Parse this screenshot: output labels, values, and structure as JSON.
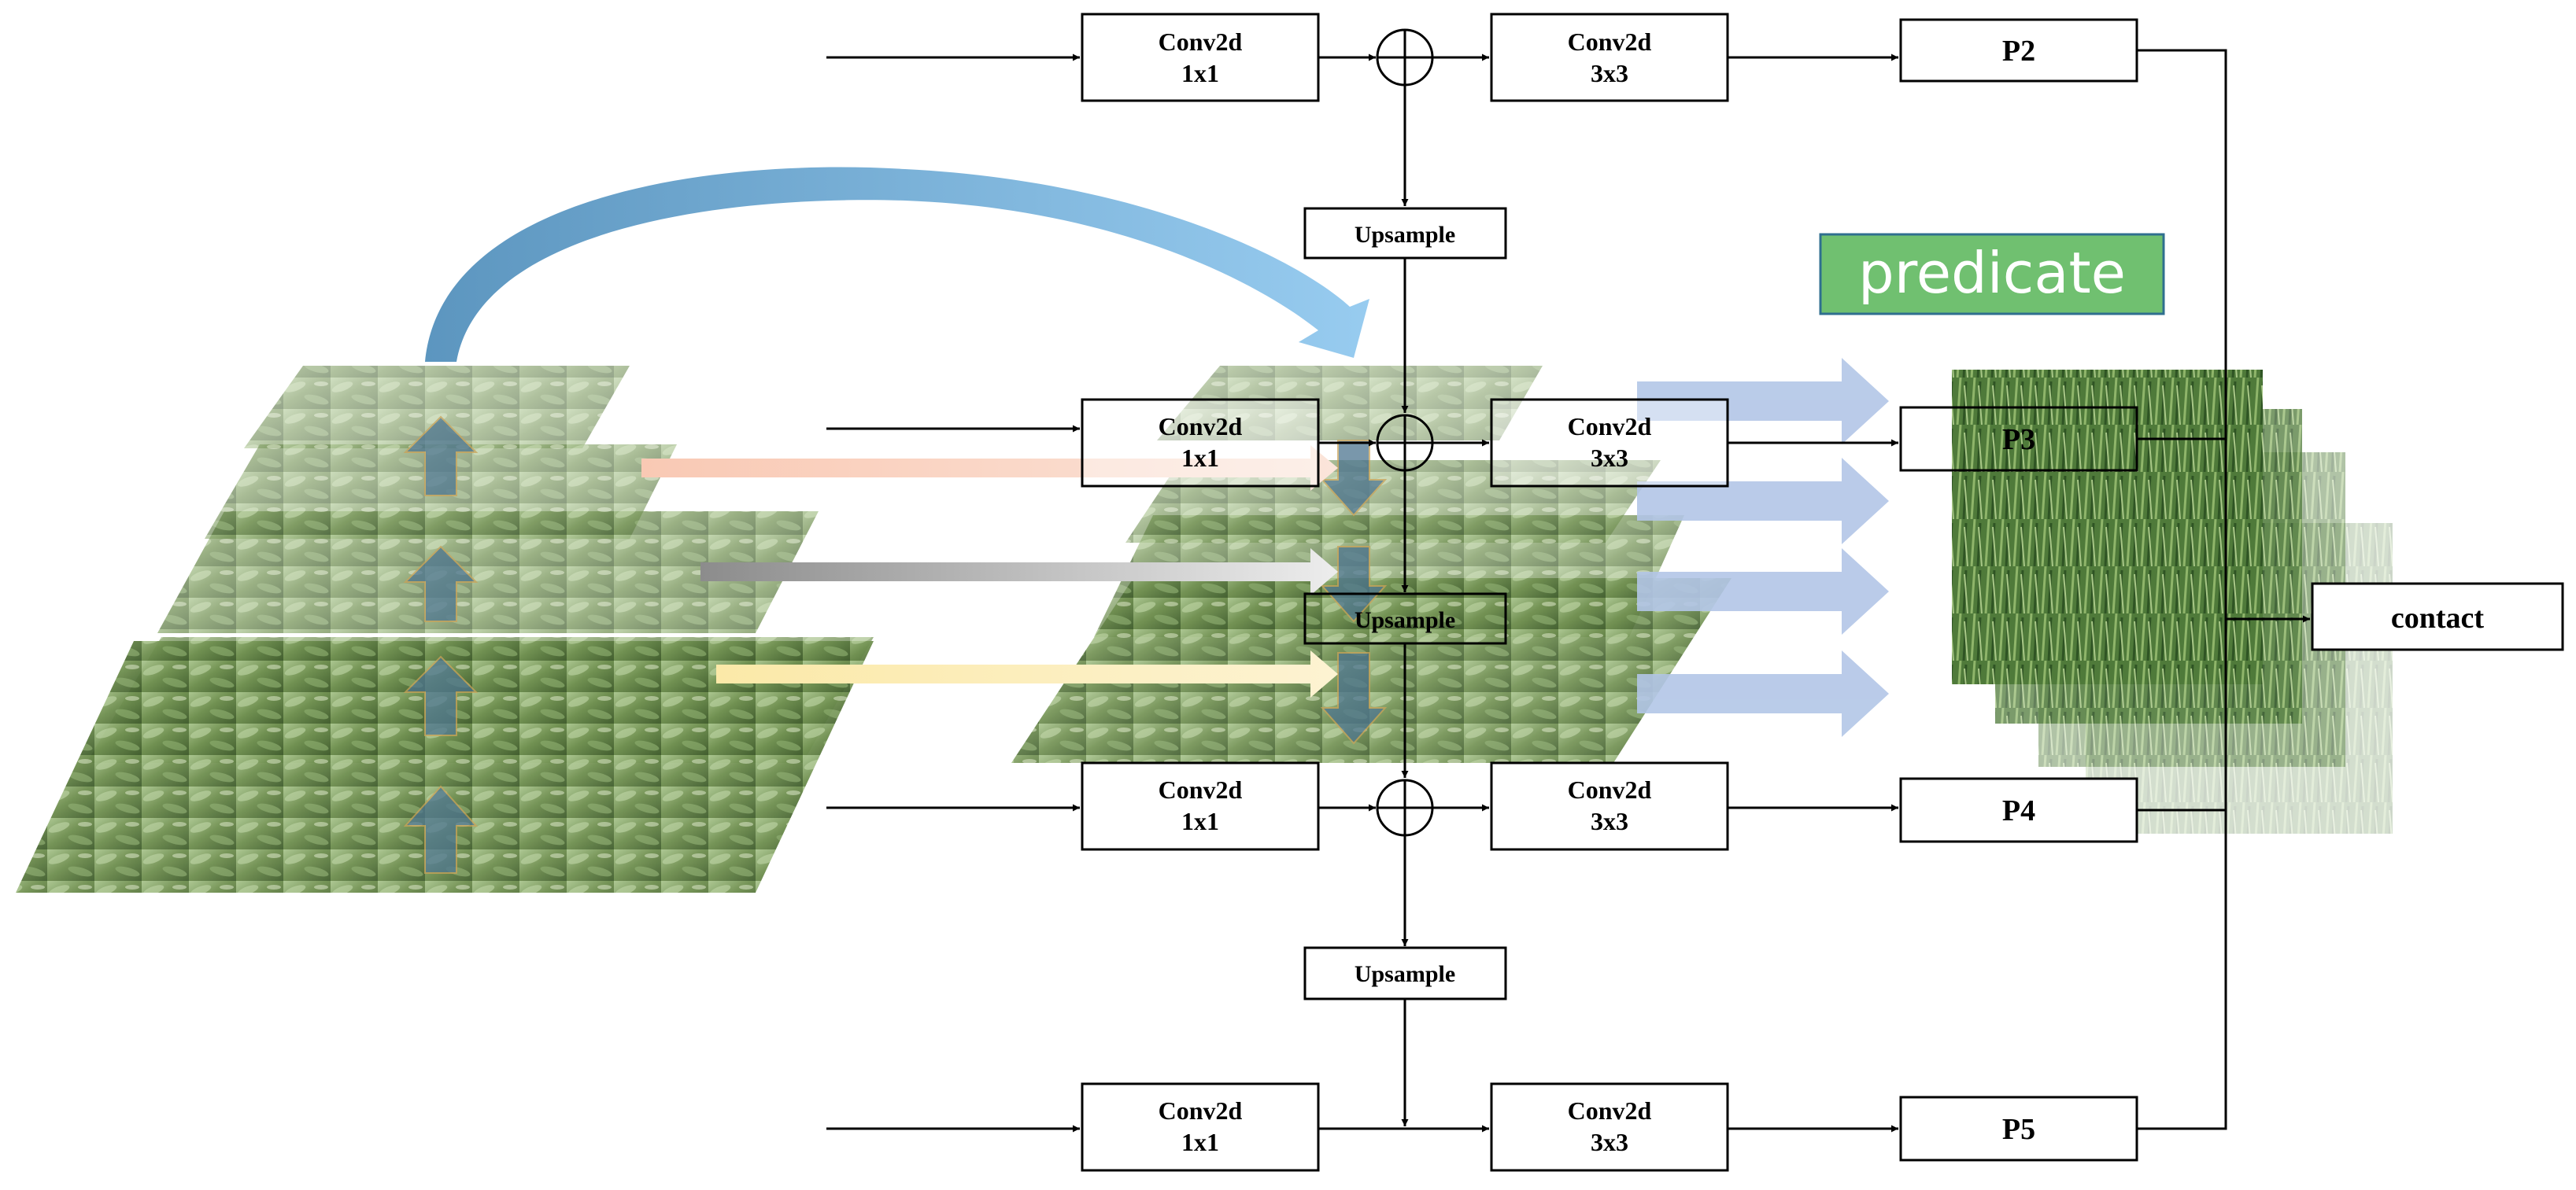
{
  "diagram": {
    "conv1x1_label": [
      "Conv2d",
      "1x1"
    ],
    "conv3x3_label": [
      "Conv2d",
      "3x3"
    ],
    "upsample_label": "Upsample",
    "outputs": [
      "P2",
      "P3",
      "P4",
      "P5"
    ],
    "predicate_label": "predicate",
    "concat_label": "contact",
    "colors": {
      "box_stroke": "#000000",
      "arrow": "#000000",
      "predicate_fill": "#70c070",
      "predicate_border": "#2f6f8f",
      "blue_arrow": "#7bb4de",
      "fat_arrow": "#b3c6e7",
      "salmon_arrow": "#f8c6b0",
      "gray_arrow": "#9a9a9a",
      "yellow_arrow": "#fbe9a8",
      "plant_dark": "#3d5a2a",
      "plant_light": "#9db882"
    }
  }
}
